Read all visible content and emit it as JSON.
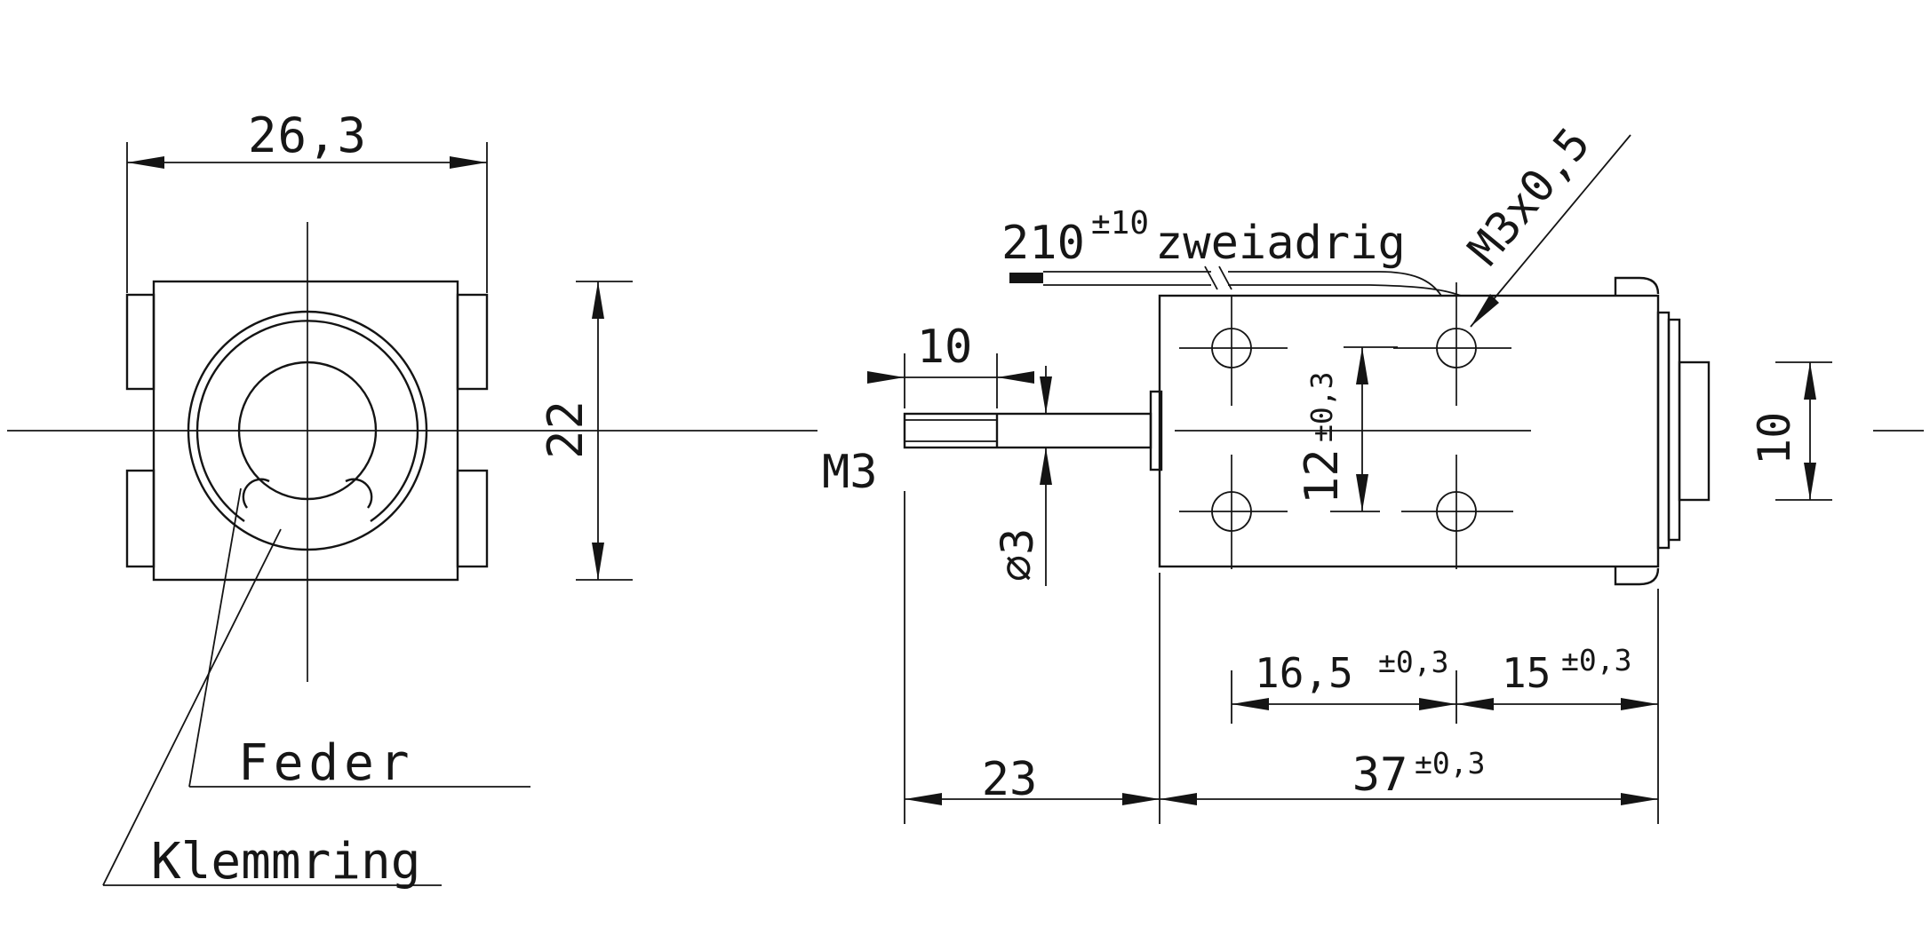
{
  "drawing": {
    "kind": "mechanical engineering drawing, solenoid with plunger, 2 views",
    "language": "de",
    "front": {
      "dim_width": "26,3",
      "dim_height": "22",
      "label_spring": "Feder",
      "label_clamp_ring": "Klemmring"
    },
    "side": {
      "wire_length": "210",
      "wire_length_tol": "±10",
      "wire_type": "zweiadrig",
      "thread_callout": "M3x0,5",
      "rod_thread": "M3",
      "rod_diameter": "⌀3",
      "dim_plunger_thread_len": "10",
      "dim_hole_spacing_v": "12",
      "dim_hole_spacing_v_tol": "±0,3",
      "dim_hole_spacing_h": "16,5",
      "dim_hole_spacing_h_tol": "±0,3",
      "dim_hole_to_end": "15",
      "dim_hole_to_end_tol": "±0,3",
      "dim_rod_protrusion": "23",
      "dim_body_length": "37",
      "dim_body_length_tol": "±0,3",
      "dim_rear_boss": "10"
    },
    "colors": {
      "line": "#141414",
      "background": "#ffffff"
    }
  }
}
